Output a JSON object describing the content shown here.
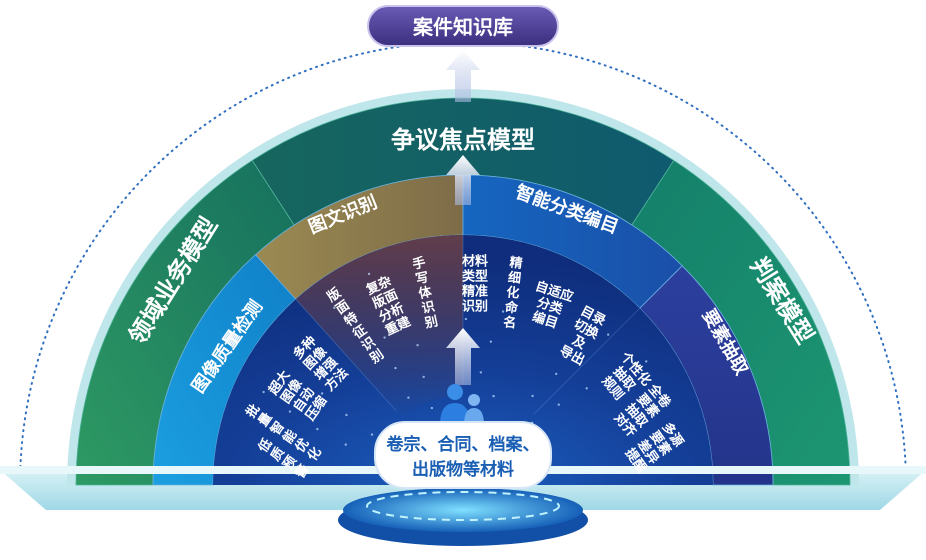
{
  "top": {
    "title": "案件知识库"
  },
  "outer_ring": [
    {
      "label": "领域业务模型"
    },
    {
      "label": "争议焦点模型"
    },
    {
      "label": "判案模型"
    }
  ],
  "middle_ring": [
    {
      "label": "图像质量检测",
      "items": [
        [
          "低",
          "质",
          "预",
          "警"
        ],
        [
          "批",
          "量",
          "智",
          "能",
          "优",
          "化"
        ],
        [
          "超大",
          "图像",
          "自动",
          "压缩"
        ],
        [
          "多种",
          "图像",
          "增强",
          "方法"
        ]
      ]
    },
    {
      "label": "图文识别",
      "items": [
        [
          "版",
          "面",
          "特",
          "征",
          "识",
          "别"
        ],
        [
          "复杂",
          "版面",
          "分析",
          "重建"
        ],
        [
          "手",
          "写",
          "体",
          "识",
          "别"
        ]
      ]
    },
    {
      "label": "智能分类编目",
      "items": [
        [
          "材料",
          "类型",
          "精准",
          "识别"
        ],
        [
          "精",
          "细",
          "化",
          "命",
          "名"
        ],
        [
          "自适应",
          "分类",
          "编目"
        ],
        [
          "目录",
          "切换",
          "及",
          "导出"
        ]
      ]
    },
    {
      "label": "要素抽取",
      "items": [
        [
          "个性化",
          "抽取",
          "规则"
        ],
        [
          "全卷",
          "要素",
          "抽取",
          "对齐"
        ],
        [
          "多源",
          "要素",
          "差异",
          "提醒"
        ]
      ]
    }
  ],
  "source": {
    "line1": "卷宗、合同、档案、",
    "line2": "出版物等材料",
    "icon": "people-icon"
  },
  "colors": {
    "accent": "#1a5fb4",
    "title_bg": "#4b3d8f"
  }
}
